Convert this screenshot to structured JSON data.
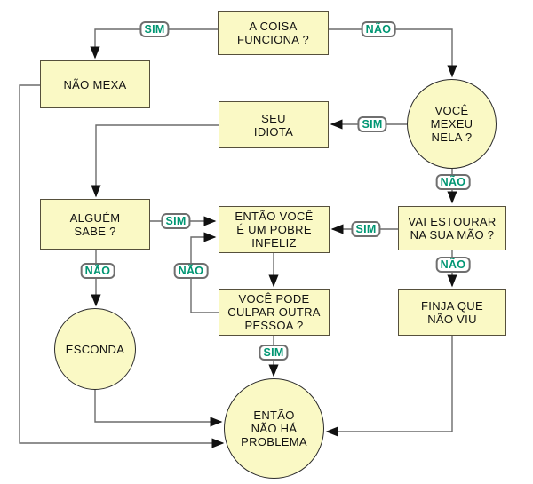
{
  "diagram": {
    "background": "#ffffff",
    "node_fill": "#FAF9C5",
    "rect_border": "#56503C",
    "circle_border": "#2B2B2B",
    "connector_color": "#6B6B6B",
    "arrowhead_color": "#111111",
    "edge_label_color": "#009673",
    "edge_label_border": "#6F6F6F"
  },
  "labels": {
    "yes": "SIM",
    "no": "NÃO"
  },
  "nodes": {
    "start": "A COISA\nFUNCIONA ?",
    "nao_mexa": "NÃO MEXA",
    "voce_mexeu": "VOCÊ\nMEXEU\nNELA ?",
    "seu_idiota": "SEU\nIDIOTA",
    "alguem_sabe": "ALGUÉM\nSABE ?",
    "entao_voce": "ENTÃO VOCÊ\nÉ UM POBRE\nINFELIZ",
    "vai_estourar": "VAI ESTOURAR\nNA SUA MÃO ?",
    "voce_pode": "VOCÊ PODE\nCULPAR OUTRA\nPESSOA ?",
    "finja": "FINJA QUE\nNÃO VIU",
    "esconda": "ESCONDA",
    "entao_nao_ha": "ENTÃO\nNÃO HÁ\nPROBLEMA"
  }
}
